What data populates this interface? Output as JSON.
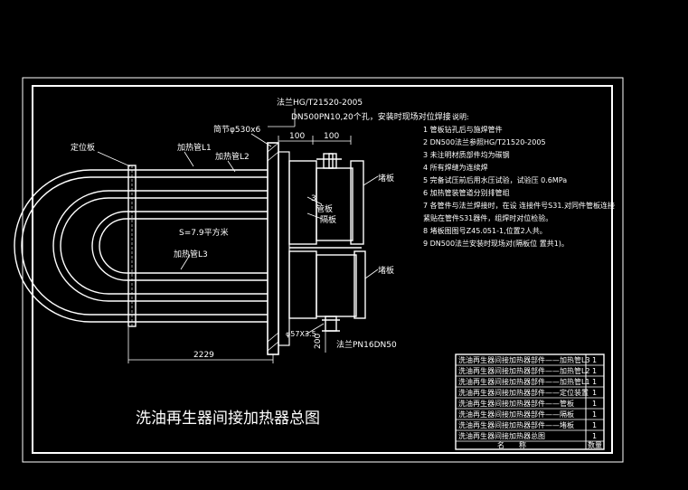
{
  "drawing": {
    "title": "洗油再生器间接加热器总图",
    "area_label": "S=7.9平方米",
    "labels": {
      "flange_top": "法兰HG/T21520-2005",
      "flange_spec": "DN500PN10,20个孔，安装时现场对位焊接",
      "shell_tube": "简节φ530x6",
      "dim_100_a": "100",
      "dim_100_b": "100",
      "fixed_plate": "定位板",
      "heat_tube_1": "加热管L1",
      "heat_tube_2": "加热管L2",
      "heat_tube_3": "加热管L3",
      "num_3": "3",
      "tube_plate": "管板",
      "baffle": "隔板",
      "seal_plate_top": "堵板",
      "seal_plate_bottom": "堵板",
      "pipe_small": "φ57X3.5",
      "dim_200": "200",
      "flange_bottom": "法兰PN16DN50",
      "dim_2229": "2229"
    },
    "notes": {
      "heading": "说明:",
      "lines": [
        "1 管板钻孔后与施焊管件",
        "2 DN500法兰参照HG/T21520-2005",
        "3 未注明材质部件均为碳钢",
        "4 所有焊缝为连续焊",
        "5 完备试压前后用水压试验，试验压   0.6MPa",
        "6 加热管装管道分别排管组",
        "7 各管件与法兰焊接时，在设    连接件号S31.对同件管板连接",
        "     紧贴在管件S31器件，组焊时对位检验。",
        "8 堵板图图号Z45.051-1,位置2人共。",
        "9 DN500法兰安装时现场对(隔板位 置共1)。"
      ]
    },
    "parts_table": {
      "rows": [
        {
          "name": "洗油再生器间接加热器部件——加热管L3",
          "qty": "1"
        },
        {
          "name": "洗油再生器间接加热器部件——加热管L2",
          "qty": "1"
        },
        {
          "name": "洗油再生器间接加热器部件——加热管L1",
          "qty": "1"
        },
        {
          "name": "洗油再生器间接加热器部件——定位装置",
          "qty": "1"
        },
        {
          "name": "洗油再生器间接加热器部件——管板",
          "qty": "1"
        },
        {
          "name": "洗油再生器间接加热器部件——隔板",
          "qty": "1"
        },
        {
          "name": "洗油再生器间接加热器部件——堵板",
          "qty": "1"
        },
        {
          "name": "洗油再生器间接加热器总图",
          "qty": "1"
        }
      ],
      "footer_name": "名　　称",
      "footer_qty": "数量"
    }
  }
}
